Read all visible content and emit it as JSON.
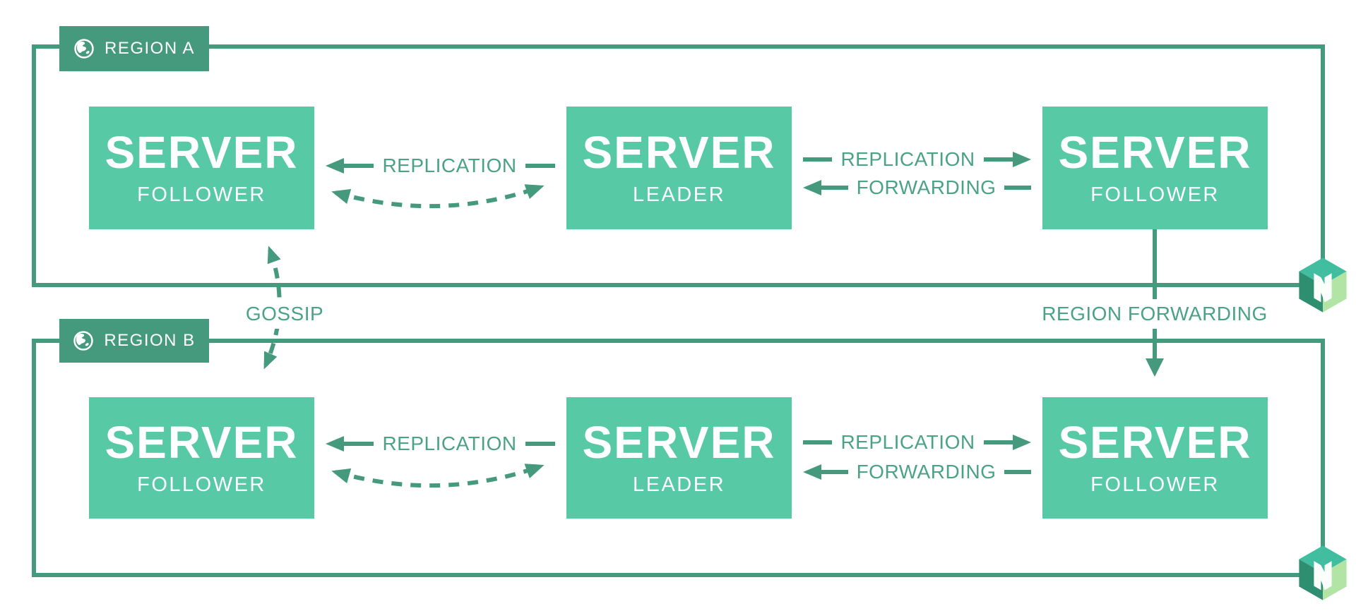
{
  "colors": {
    "line_green": "#45997D",
    "label_text_green": "#4BA285",
    "server_box_green": "#57C9A4",
    "region_label_text": "#FFFFFF",
    "server_text": "#FFFFFF",
    "background": "#FFFFFF",
    "logo_top": "#41BDA0",
    "logo_left": "#2E8F70",
    "logo_right": "#B2E5A5"
  },
  "regions": [
    {
      "label": "REGION A",
      "servers": [
        {
          "name": "SERVER",
          "role": "FOLLOWER"
        },
        {
          "name": "SERVER",
          "role": "LEADER"
        },
        {
          "name": "SERVER",
          "role": "FOLLOWER"
        }
      ],
      "links": {
        "leader_to_left_follower": {
          "label": "REPLICATION"
        },
        "leader_to_right_follower": {
          "replication_label": "REPLICATION",
          "forwarding_label": "FORWARDING"
        }
      }
    },
    {
      "label": "REGION B",
      "servers": [
        {
          "name": "SERVER",
          "role": "FOLLOWER"
        },
        {
          "name": "SERVER",
          "role": "LEADER"
        },
        {
          "name": "SERVER",
          "role": "FOLLOWER"
        }
      ],
      "links": {
        "leader_to_left_follower": {
          "label": "REPLICATION"
        },
        "leader_to_right_follower": {
          "replication_label": "REPLICATION",
          "forwarding_label": "FORWARDING"
        }
      }
    }
  ],
  "inter_region": {
    "gossip_label": "GOSSIP",
    "region_forwarding_label": "REGION FORWARDING"
  },
  "icons": {
    "region_icon": "globe-icon",
    "corner_brand_icon": "nomad-logo"
  }
}
